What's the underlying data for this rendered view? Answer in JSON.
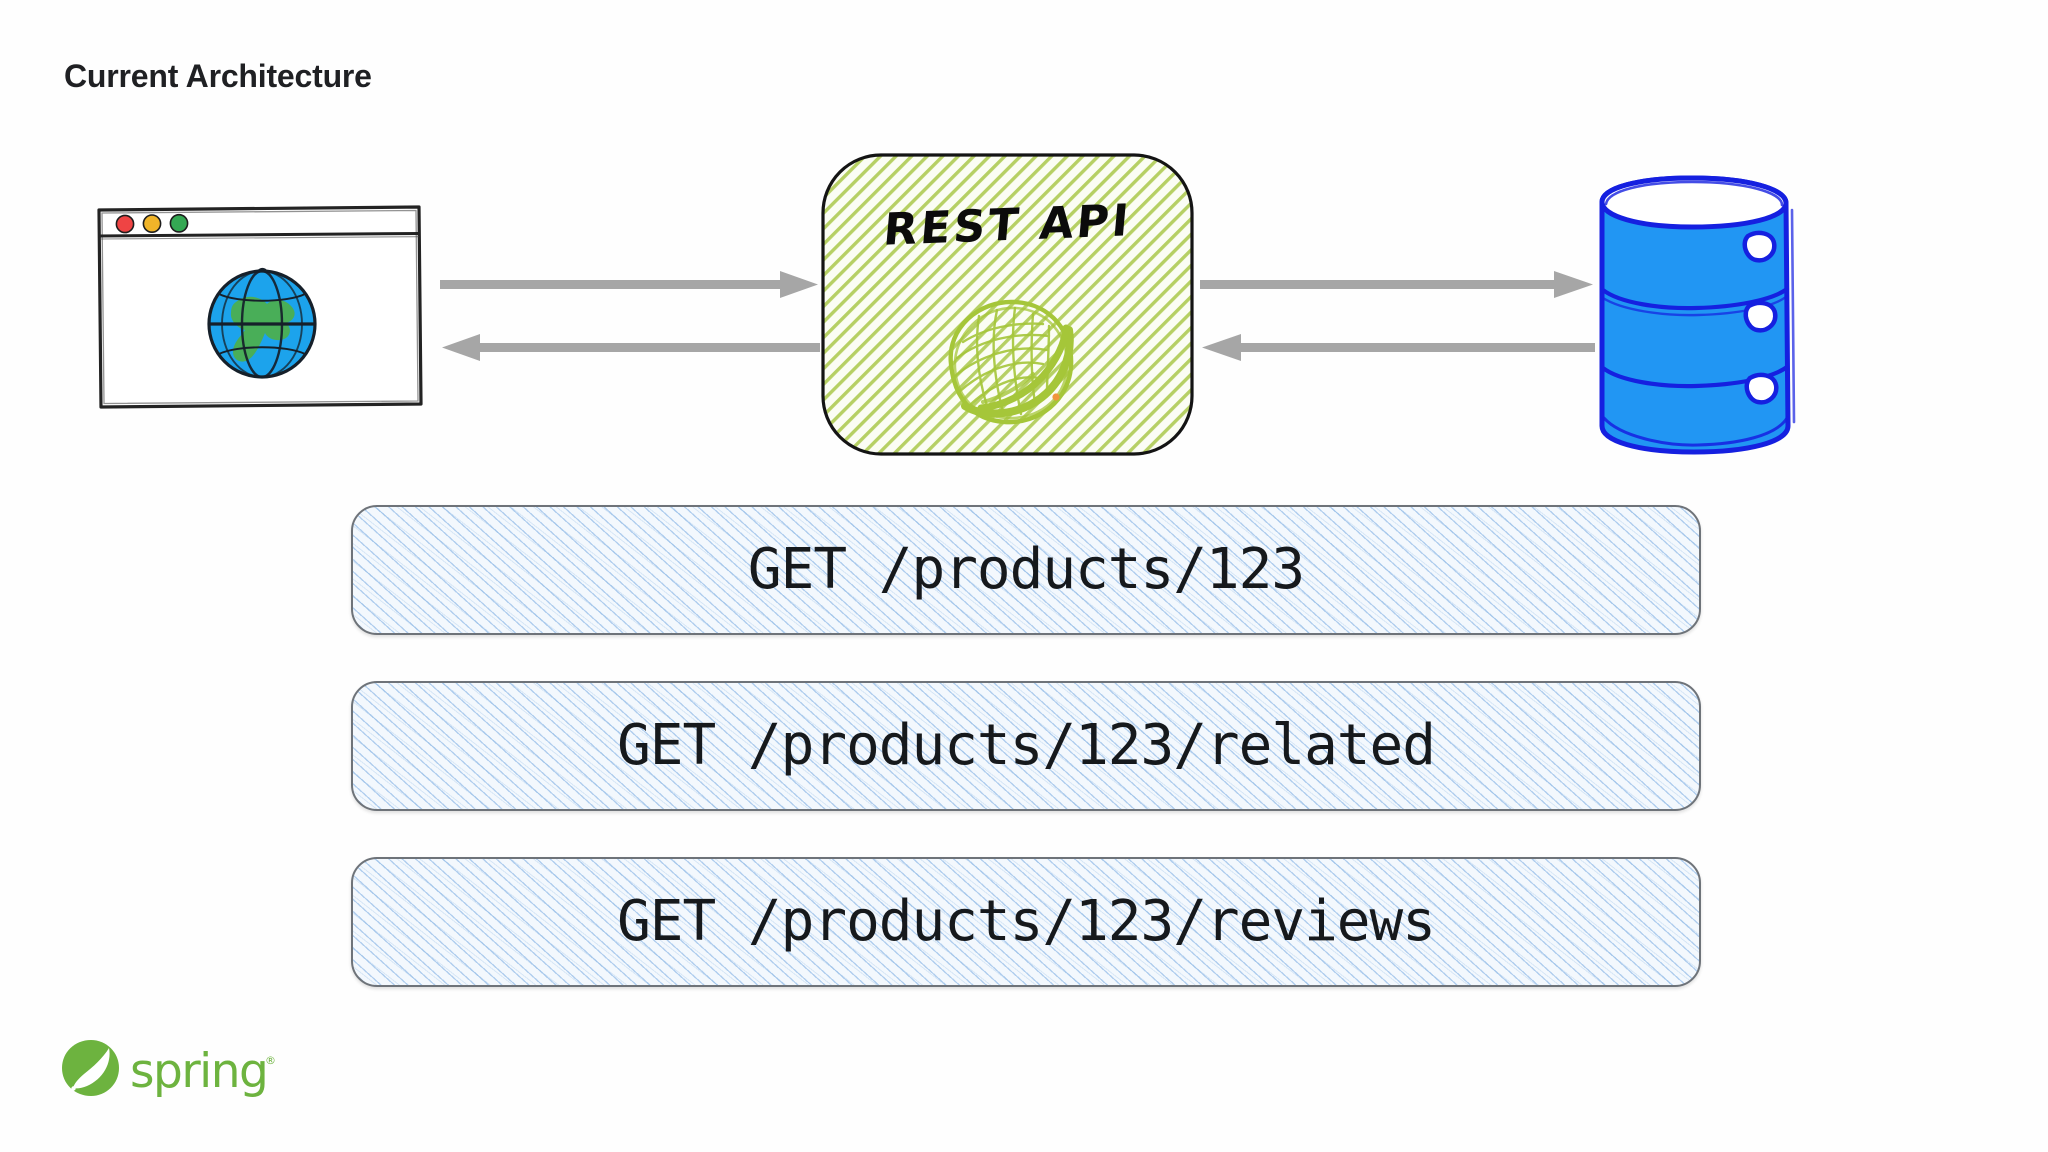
{
  "page": {
    "title": "Current Architecture",
    "background_color": "#ffffff"
  },
  "diagram": {
    "client": {
      "name": "browser-window",
      "icon": "globe-icon",
      "traffic_lights": [
        "#ef4444",
        "#f0b429",
        "#34a853"
      ],
      "globe_colors": {
        "ocean": "#1ca3ec",
        "land": "#4caf50",
        "outline": "#16202a"
      }
    },
    "service": {
      "label": "REST API",
      "icon": "spring-leaf-icon",
      "fill_color": "#f8fcef",
      "hatch_color": "#a6c council",
      "hatch_color_hex": "#aac84b",
      "border_color": "#1a1a1a"
    },
    "datastore": {
      "name": "database-cylinder",
      "fill_color": "#2196f3",
      "stroke_color": "#1520e0",
      "segments": 3,
      "dots": 3
    },
    "arrows": [
      {
        "name": "client-to-api-request",
        "direction": "right",
        "color": "#a6a6a6"
      },
      {
        "name": "api-to-client-response",
        "direction": "left",
        "color": "#a6a6a6"
      },
      {
        "name": "api-to-db-query",
        "direction": "right",
        "color": "#a6a6a6"
      },
      {
        "name": "db-to-api-result",
        "direction": "left",
        "color": "#a6a6a6"
      }
    ]
  },
  "endpoints": [
    {
      "label": "GET /products/123"
    },
    {
      "label": "GET /products/123/related"
    },
    {
      "label": "GET /products/123/reviews"
    }
  ],
  "footer": {
    "brand": "spring",
    "registered_mark": "®",
    "brand_color": "#6db33f"
  }
}
